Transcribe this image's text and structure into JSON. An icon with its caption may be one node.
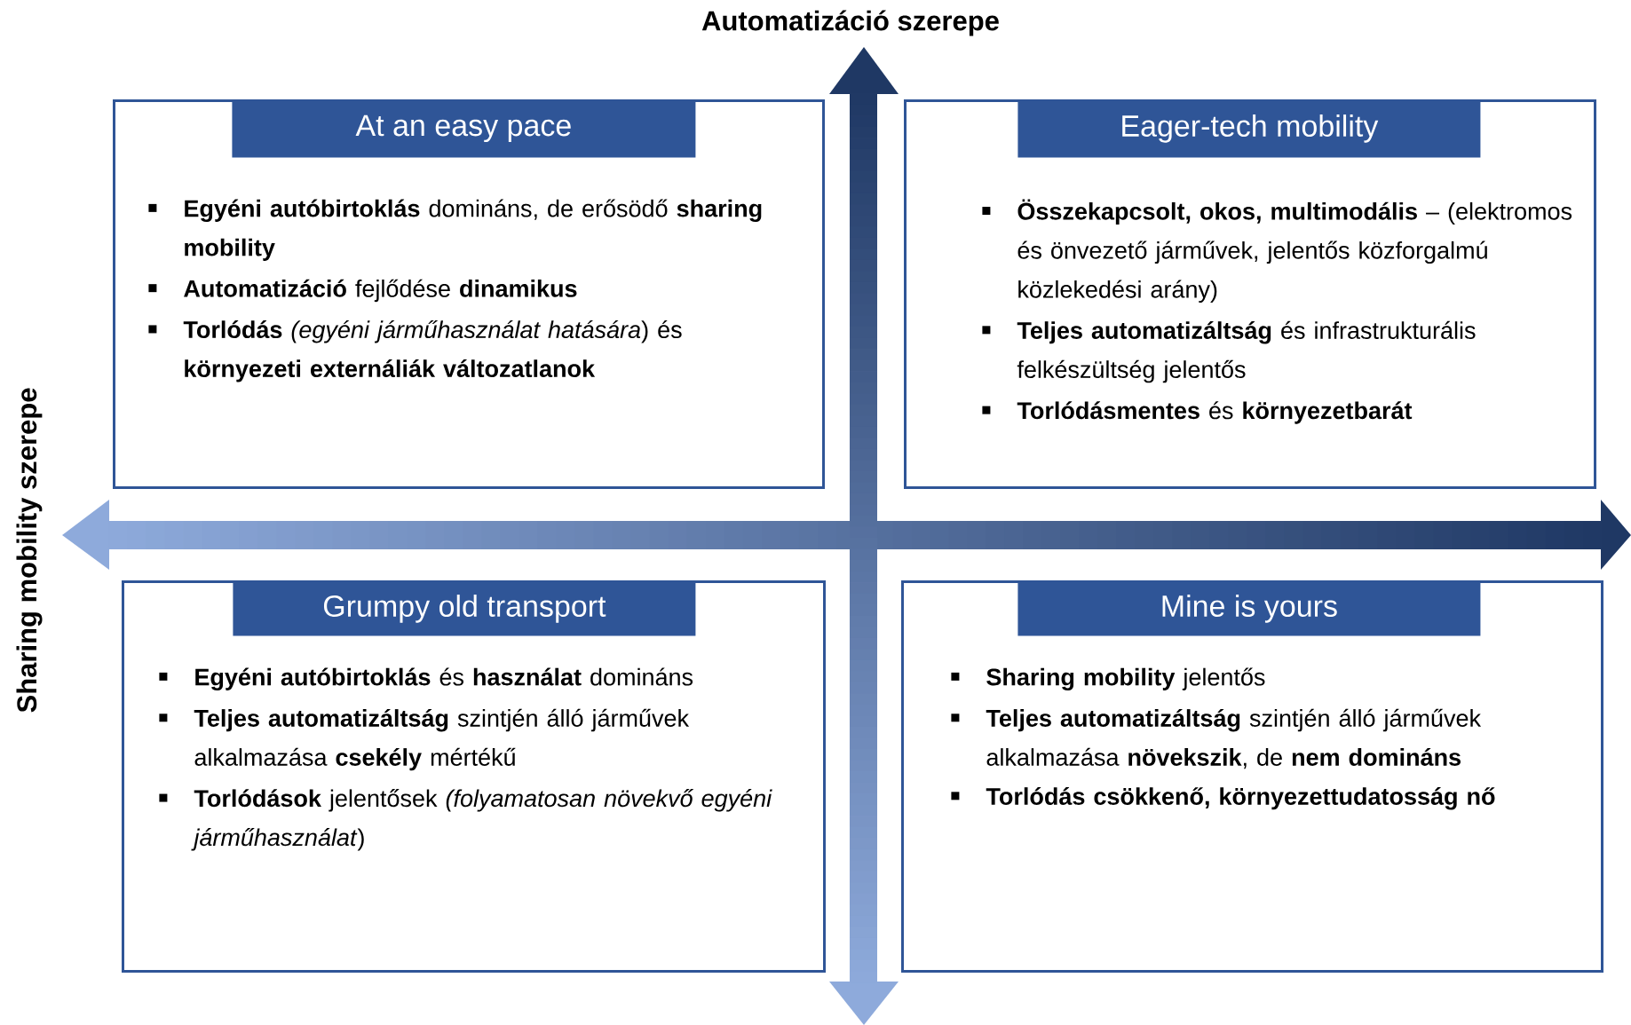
{
  "diagram": {
    "nodes": [
      {
        "text": [
          "**Egyéni autóbirtoklás** domináns, de erősödő **sharing mobility**",
          "**Automatizáció** fejlődése **dinamikus**",
          "**Torlódás** *(egyéni járműhasználat hatására*) és **környezeti externáliák változatlanok**"
        ]
      },
      {
        "text": [
          "At an easy pace"
        ],
        "in": 0
      },
      {
        "text": [
          "**Összekapcsolt, okos, multimodális** – (elektromos és önvezető járművek, jelentős közforgalmú közlekedési arány)",
          "**Teljes automatizáltság** és infrastrukturális felkészültség jelentős",
          "**Torlódásmentes** és **környezetbarát**"
        ]
      },
      {
        "text": [
          "Eager-tech mobility"
        ],
        "in": 2
      },
      {
        "text": [
          "**Egyéni autóbirtoklás** és **használat** domináns",
          "**Teljes automatizáltság** szintjén álló járművek alkalmazása **csekély** mértékű",
          "**Torlódások** jelentősek *(folyamatosan növekvő egyéni járműhasználat*)"
        ]
      },
      {
        "text": [
          "Grumpy old transport"
        ],
        "in": 4
      },
      {
        "text": [
          "**Sharing mobility** jelentős",
          "**Teljes automatizáltság** szintjén álló járművek alkalmazása **növekszik**, de **nem domináns**",
          "**Torlódás csökkenő, környezettudatosság nő**"
        ]
      },
      {
        "text": [
          "Mine is yours"
        ],
        "in": 6
      }
    ],
    "labels": [
      "Automatizáció szerepe",
      "Sharing mobility szerepe"
    ]
  }
}
